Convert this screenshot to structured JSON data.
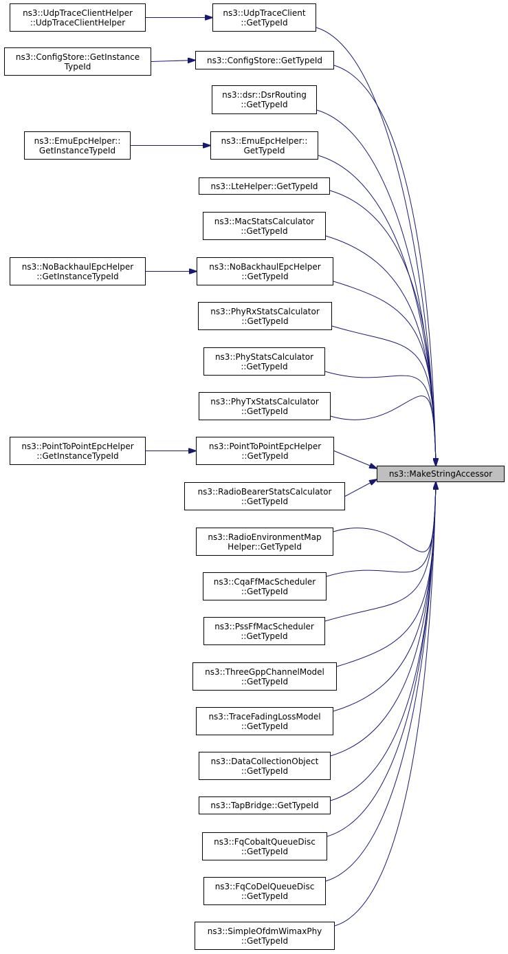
{
  "target": {
    "lines": [
      "ns3::MakeStringAccessor"
    ]
  },
  "callers": [
    {
      "id": "udptrace",
      "lines": [
        "ns3::UdpTraceClient",
        "::GetTypeId"
      ],
      "parent": [
        "ns3::UdpTraceClientHelper",
        "::UdpTraceClientHelper"
      ]
    },
    {
      "id": "configstore",
      "lines": [
        "ns3::ConfigStore::GetTypeId"
      ],
      "parent": [
        "ns3::ConfigStore::GetInstance",
        "TypeId"
      ]
    },
    {
      "id": "dsr",
      "lines": [
        "ns3::dsr::DsrRouting",
        "::GetTypeId"
      ]
    },
    {
      "id": "emuepc",
      "lines": [
        "ns3::EmuEpcHelper::",
        "GetTypeId"
      ],
      "parent": [
        "ns3::EmuEpcHelper::",
        "GetInstanceTypeId"
      ]
    },
    {
      "id": "lte",
      "lines": [
        "ns3::LteHelper::GetTypeId"
      ]
    },
    {
      "id": "macstats",
      "lines": [
        "ns3::MacStatsCalculator",
        "::GetTypeId"
      ]
    },
    {
      "id": "nobackhaul",
      "lines": [
        "ns3::NoBackhaulEpcHelper",
        "::GetTypeId"
      ],
      "parent": [
        "ns3::NoBackhaulEpcHelper",
        "::GetInstanceTypeId"
      ]
    },
    {
      "id": "phyrx",
      "lines": [
        "ns3::PhyRxStatsCalculator",
        "::GetTypeId"
      ]
    },
    {
      "id": "phystats",
      "lines": [
        "ns3::PhyStatsCalculator",
        "::GetTypeId"
      ]
    },
    {
      "id": "phytx",
      "lines": [
        "ns3::PhyTxStatsCalculator",
        "::GetTypeId"
      ]
    },
    {
      "id": "p2pepc",
      "lines": [
        "ns3::PointToPointEpcHelper",
        "::GetTypeId"
      ],
      "parent": [
        "ns3::PointToPointEpcHelper",
        "::GetInstanceTypeId"
      ]
    },
    {
      "id": "radiobearer",
      "lines": [
        "ns3::RadioBearerStatsCalculator",
        "::GetTypeId"
      ]
    },
    {
      "id": "rem",
      "lines": [
        "ns3::RadioEnvironmentMap",
        "Helper::GetTypeId"
      ]
    },
    {
      "id": "cqa",
      "lines": [
        "ns3::CqaFfMacScheduler",
        "::GetTypeId"
      ]
    },
    {
      "id": "pss",
      "lines": [
        "ns3::PssFfMacScheduler",
        "::GetTypeId"
      ]
    },
    {
      "id": "threegpp",
      "lines": [
        "ns3::ThreeGppChannelModel",
        "::GetTypeId"
      ]
    },
    {
      "id": "tracefading",
      "lines": [
        "ns3::TraceFadingLossModel",
        "::GetTypeId"
      ]
    },
    {
      "id": "datacollection",
      "lines": [
        "ns3::DataCollectionObject",
        "::GetTypeId"
      ]
    },
    {
      "id": "tapbridge",
      "lines": [
        "ns3::TapBridge::GetTypeId"
      ]
    },
    {
      "id": "fqcobalt",
      "lines": [
        "ns3::FqCobaltQueueDisc",
        "::GetTypeId"
      ]
    },
    {
      "id": "fqcodel",
      "lines": [
        "ns3::FqCoDelQueueDisc",
        "::GetTypeId"
      ]
    },
    {
      "id": "simpleofdm",
      "lines": [
        "ns3::SimpleOfdmWimaxPhy",
        "::GetTypeId"
      ]
    }
  ],
  "colors": {
    "edge": "#191970",
    "node_border": "#000000",
    "target_fill": "#bfbfbf"
  }
}
